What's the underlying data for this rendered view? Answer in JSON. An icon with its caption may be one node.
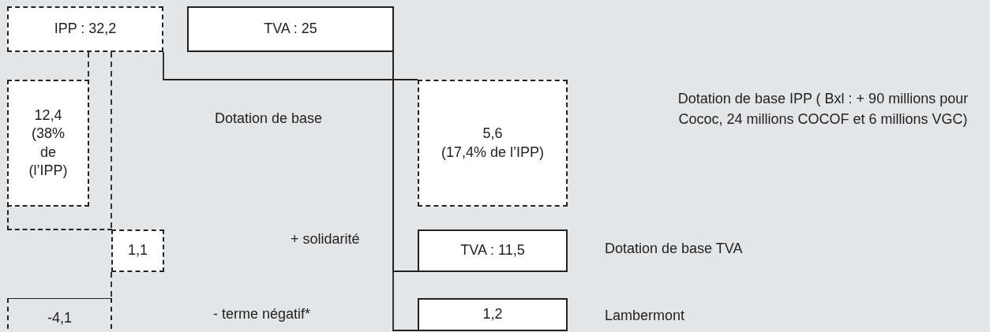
{
  "diagram": {
    "nodes": [
      {
        "text": [
          "IPP : 32,2"
        ]
      },
      {
        "text": [
          "TVA : 25"
        ]
      },
      {
        "text": [],
        "shape": "box"
      },
      {
        "text": [
          "12,4 (38% de (l’IPP)"
        ],
        "in": 2
      },
      {
        "text": [
          "1,1"
        ]
      },
      {
        "text": [
          "-4,1"
        ]
      },
      {
        "text": [
          "5,6",
          "(17,4% de l’IPP)"
        ]
      },
      {
        "text": [
          "TVA : 11,5"
        ],
        "beside": [
          "Dotation de base TVA"
        ]
      },
      {
        "text": [
          "1,2"
        ],
        "beside": [
          "Lambermont"
        ]
      }
    ],
    "edges": [
      {
        "from": 0,
        "to": 3,
        "arrow": "none",
        "style": "dashed"
      },
      {
        "from": 0,
        "to": 4,
        "arrow": "none",
        "style": "dashed"
      },
      {
        "from": 4,
        "to": 5,
        "arrow": "none",
        "style": "dashed"
      },
      {
        "from": 0,
        "to": 6,
        "arrow": "none"
      },
      {
        "from": 1,
        "to": 7,
        "arrow": "none"
      },
      {
        "from": 1,
        "to": 8,
        "arrow": "none"
      }
    ],
    "labels": [
      "Dotation de base",
      "Dotation de base IPP ( Bxl : + 90 millions pour Cococ, 24 millions COCOF et 6 millions VGC)",
      "+  solidarité",
      "- terme négatif*"
    ]
  }
}
